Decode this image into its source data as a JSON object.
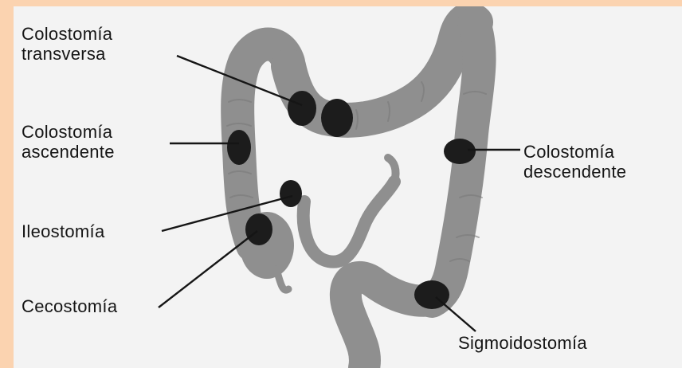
{
  "labels": {
    "transverse": [
      "Colostomía",
      "transversa"
    ],
    "ascending": [
      "Colostomía",
      "ascendente"
    ],
    "descending": [
      "Colostomía",
      "descendente"
    ],
    "ileostomy": "Ileostomía",
    "cecostomy": "Cecostomía",
    "sigmoidostomy": "Sigmoidostomía"
  },
  "colors": {
    "page_border": "#fbd3b0",
    "background": "#f3f3f3",
    "colon": "#8f8f8f",
    "stoma": "#1c1c1c",
    "text": "#151515"
  }
}
